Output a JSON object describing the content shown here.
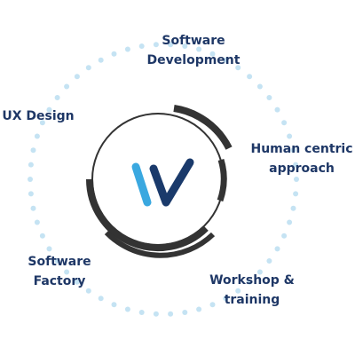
{
  "colors": {
    "text": "#1e3766",
    "dots": "#c5e3f3",
    "ring_dark": "#333333",
    "logo_light": "#3aa8e0",
    "logo_dark": "#1a3a6b"
  },
  "center_logo": {
    "icon": "w-logo-icon"
  },
  "services": [
    {
      "id": "software-development",
      "lines": [
        "Software",
        "Development"
      ]
    },
    {
      "id": "human-centric",
      "lines": [
        "Human centric",
        "approach"
      ]
    },
    {
      "id": "workshop",
      "lines": [
        "Workshop &",
        "training"
      ]
    },
    {
      "id": "software-factory",
      "lines": [
        "Software",
        "Factory"
      ]
    },
    {
      "id": "ux-design",
      "lines": [
        "UX Design"
      ]
    }
  ]
}
